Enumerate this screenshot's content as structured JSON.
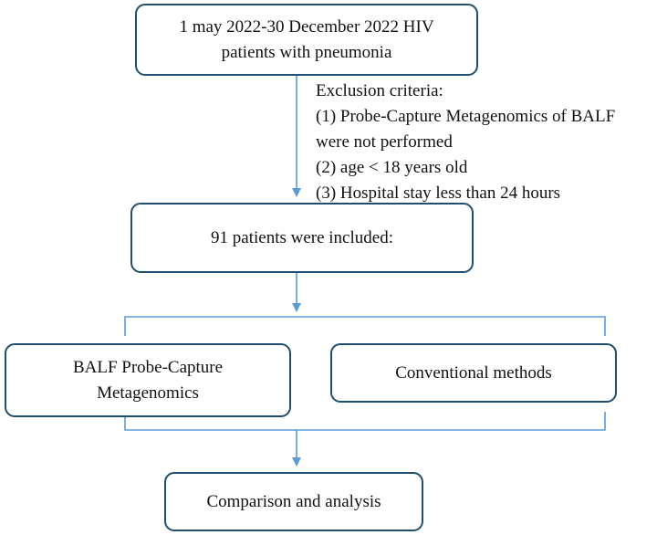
{
  "boxes": {
    "start": {
      "line1": "1 may 2022-30 December 2022 HIV",
      "line2": "patients with pneumonia"
    },
    "included": {
      "text": "91 patients were included:"
    },
    "balf": {
      "line1": "BALF Probe-Capture",
      "line2": "Metagenomics"
    },
    "conventional": {
      "text": "Conventional methods"
    },
    "comparison": {
      "text": "Comparison and analysis"
    }
  },
  "exclusion": {
    "title": "Exclusion criteria:",
    "items": [
      "(1)  Probe-Capture Metagenomics of BALF",
      "were not performed",
      "(2)  age < 18 years old",
      "(3)  Hospital stay less than 24 hours"
    ]
  },
  "colors": {
    "box_border": "#1f4e6e",
    "connector": "#5b9bd5"
  }
}
